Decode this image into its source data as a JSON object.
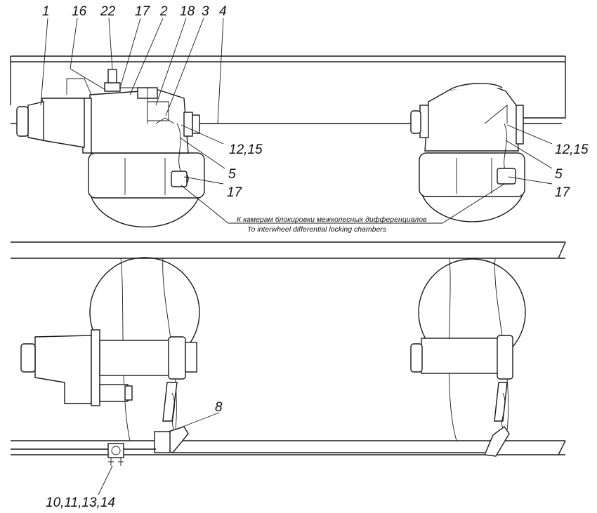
{
  "callouts": {
    "c1": "1",
    "c16": "16",
    "c22": "22",
    "c17_top": "17",
    "c2": "2",
    "c18": "18",
    "c3": "3",
    "c4": "4",
    "c12_15_left": "12,15",
    "c5_left": "5",
    "c17_left": "17",
    "c12_15_right": "12,15",
    "c5_right": "5",
    "c17_right": "17",
    "c8": "8",
    "c10_11_13_14": "10,11,13,14"
  },
  "caption": {
    "ru": "К камерам блокировки межколесных дифференциалов",
    "en": "To interwheel differential locking chambers"
  }
}
